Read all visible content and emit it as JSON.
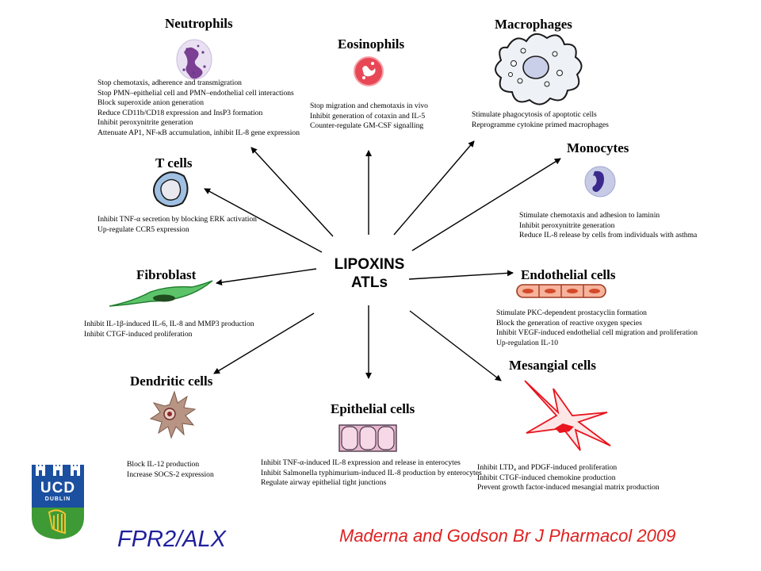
{
  "center": {
    "line1": "LIPOXINS",
    "line2": "ATLs"
  },
  "cells": {
    "neutrophils": {
      "title": "Neutrophils",
      "effects": [
        "Stop chemotaxis, adherence and transmigration",
        "Stop PMN–epithelial cell and PMN–endothelial cell interactions",
        "Block superoxide anion generation",
        "Reduce CD11b/CD18 expression and InsP3 formation",
        "Inhibit peroxynitrite generation",
        "Attenuate AP1, NF-κB accumulation, inhibit IL-8 gene expression"
      ]
    },
    "eosinophils": {
      "title": "Eosinophils",
      "effects": [
        "Stop migration and chemotaxis in vivo",
        "Inhibit generation of cotaxin and IL-5",
        "Counter-regulate GM-CSF signalling"
      ]
    },
    "macrophages": {
      "title": "Macrophages",
      "effects": [
        "Stimulate phagocytosis of apoptotic cells",
        "Reprogramme cytokine primed macrophages"
      ]
    },
    "monocytes": {
      "title": "Monocytes",
      "effects": [
        "Stimulate chemotaxis and adhesion to laminin",
        "Inhibit peroxynitrite generation",
        "Reduce IL-8 release by cells from individuals with asthma"
      ]
    },
    "t_cells": {
      "title": "T cells",
      "effects": [
        "Inhibit TNF-α secretion by blocking ERK activation",
        "Up-regulate CCR5 expression"
      ]
    },
    "fibroblast": {
      "title": "Fibroblast",
      "effects": [
        "Inhibit IL-1β-induced IL-6, IL-8 and MMP3 production",
        "Inhibit CTGF-induced proliferation"
      ]
    },
    "endothelial": {
      "title": "Endothelial cells",
      "effects": [
        "Stimulate PKC-dependent prostacyclin formation",
        "Block  the generation of reactive oxygen species",
        "Inhibit VEGF-induced endothelial cell migration and proliferation",
        "Up-regulation IL-10"
      ]
    },
    "dendritic": {
      "title": "Dendritic cells",
      "effects": [
        "Block IL-12 production",
        "Increase SOCS-2 expression"
      ]
    },
    "epithelial": {
      "title": "Epithelial cells",
      "effects": [
        "Inhibit TNF-α-induced IL-8 expression and release in enterocytes",
        "Inhibit Salmonella typhimurium-induced IL-8 production by enterocytes",
        "Regulate airway epithelial  tight junctions"
      ]
    },
    "mesangial": {
      "title": "Mesangial cells",
      "effects": [
        "Inhibit LTD₄ and PDGF-induced proliferation",
        "Inhibit CTGF-induced chemokine production",
        "Prevent growth factor-induced mesangial matrix production"
      ]
    }
  },
  "footer": {
    "receptor": "FPR2/ALX",
    "citation": "Maderna and Godson Br J Pharmacol  2009"
  },
  "logo": {
    "ucd": "UCD",
    "dublin": "DUBLIN"
  },
  "colors": {
    "logo_blue": "#1b4fa0",
    "logo_green": "#3e9a35",
    "footer_blue": "#1f1f9e",
    "citation_red": "#e02020"
  }
}
